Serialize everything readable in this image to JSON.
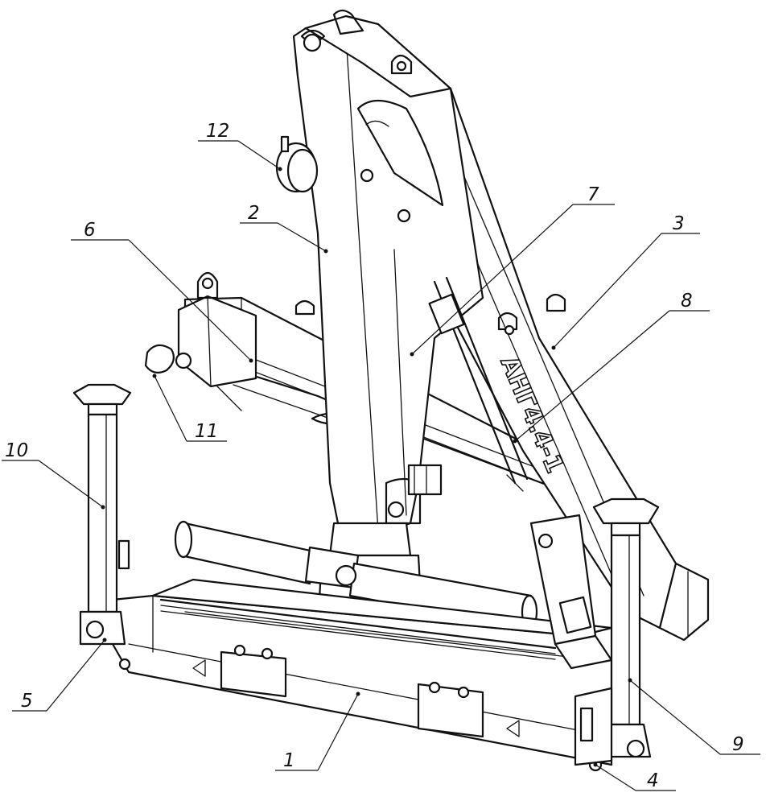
{
  "drawing": {
    "model_stencil": "АНГ4.4-1",
    "callouts": [
      {
        "id": "c1",
        "label": "1"
      },
      {
        "id": "c2",
        "label": "2"
      },
      {
        "id": "c3",
        "label": "3"
      },
      {
        "id": "c4",
        "label": "4"
      },
      {
        "id": "c5",
        "label": "5"
      },
      {
        "id": "c6",
        "label": "6"
      },
      {
        "id": "c7",
        "label": "7"
      },
      {
        "id": "c8",
        "label": "8"
      },
      {
        "id": "c9",
        "label": "9"
      },
      {
        "id": "c10",
        "label": "10"
      },
      {
        "id": "c11",
        "label": "11"
      },
      {
        "id": "c12",
        "label": "12"
      }
    ]
  }
}
